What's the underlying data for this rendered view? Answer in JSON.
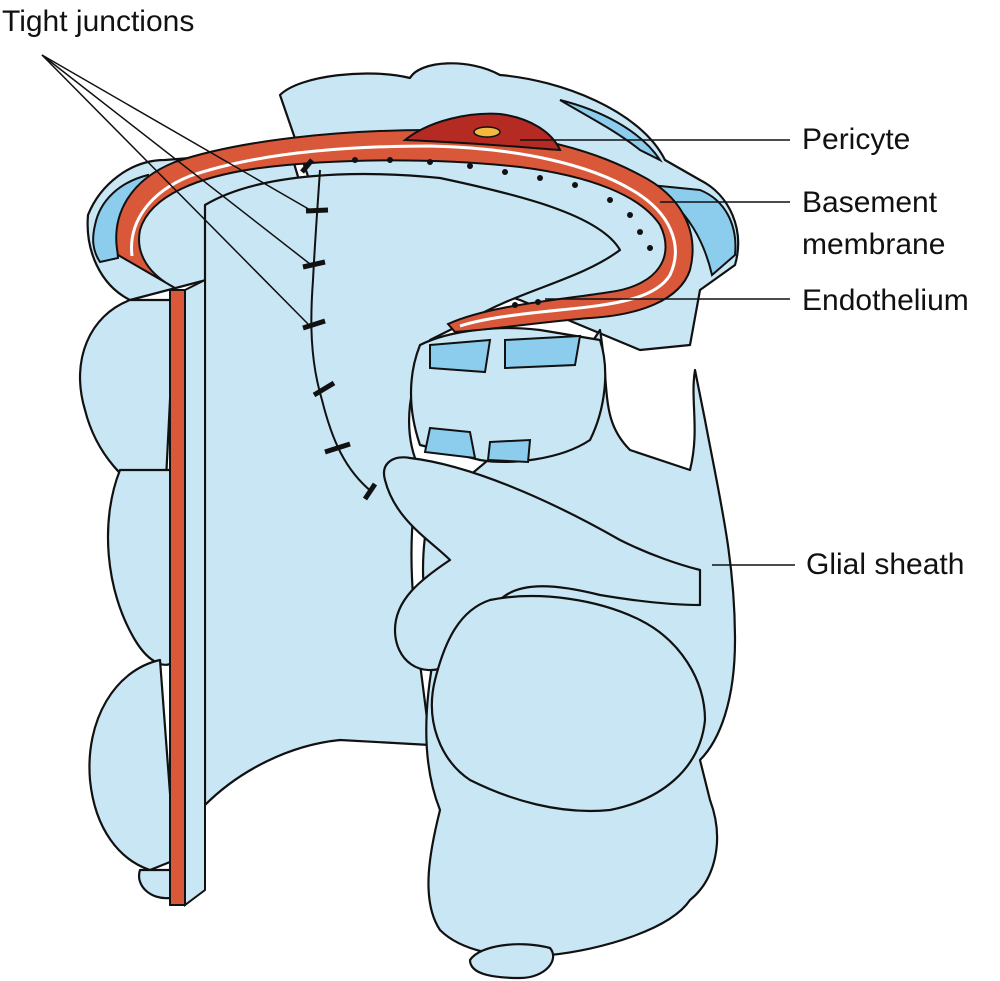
{
  "labels": {
    "tight_junctions": "Tight junctions",
    "pericyte": "Pericyte",
    "basement_membrane_line1": "Basement",
    "basement_membrane_line2": "membrane",
    "endothelium": "Endothelium",
    "glial_sheath": "Glial sheath"
  },
  "colors": {
    "glia_fill": "#c9e6f5",
    "glia_edge_fill": "#8ccdee",
    "basement_membrane": "#d9583a",
    "pericyte": "#b52a22",
    "outline": "#111111"
  }
}
